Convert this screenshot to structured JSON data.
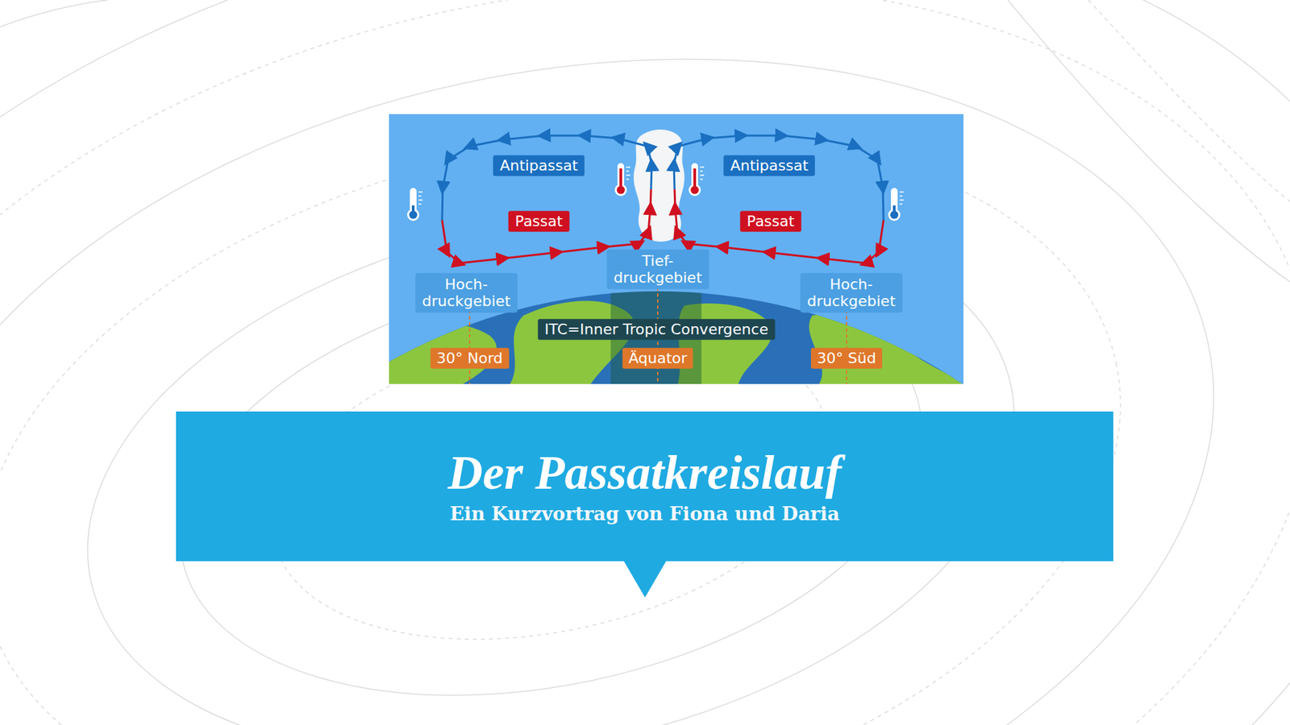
{
  "diagram": {
    "nodes": [
      {
        "text": [
          "Antipassat"
        ]
      },
      {
        "text": [
          "Antipassat"
        ]
      },
      {
        "text": [
          "Passat"
        ]
      },
      {
        "text": [
          "Passat"
        ]
      },
      {
        "text": [
          "Tief- druckgebiet"
        ]
      },
      {
        "text": [
          "Hoch- druckgebiet"
        ]
      },
      {
        "text": [
          "Hoch- druckgebiet"
        ]
      },
      {
        "text": [
          "ITC=Inner Tropic Convergence"
        ]
      },
      {
        "text": [
          "30° Nord"
        ]
      },
      {
        "text": [
          "Äquator"
        ]
      },
      {
        "text": [
          "30° Süd"
        ]
      },
      {
        "text": [
          "Der Passatkreislauf",
          "Ein Kurzvortrag von Fiona und Daria"
        ]
      }
    ]
  }
}
